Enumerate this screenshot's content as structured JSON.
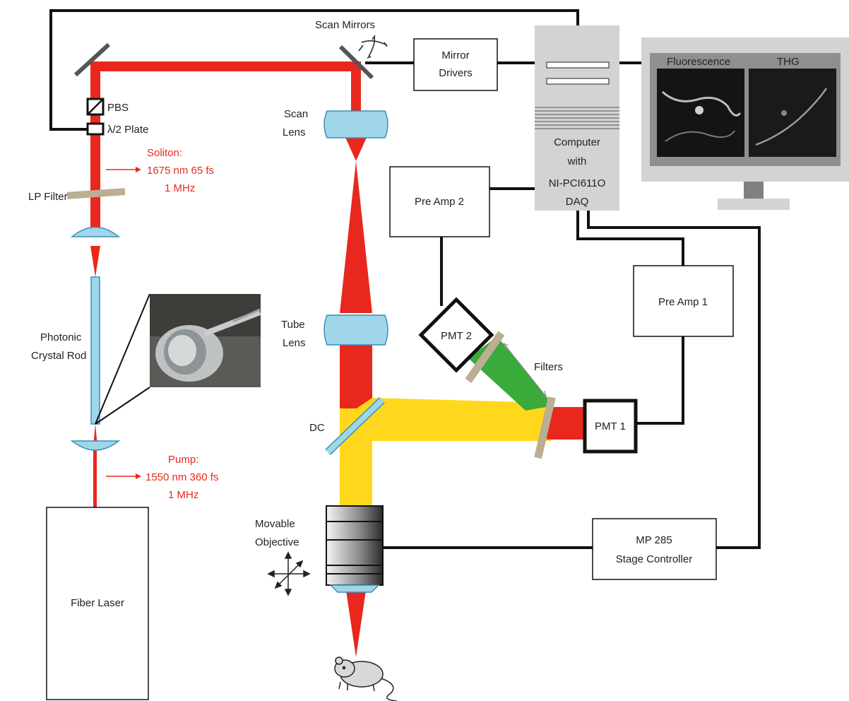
{
  "labels": {
    "scan_mirrors": "Scan Mirrors",
    "mirror_drivers_1": "Mirror",
    "mirror_drivers_2": "Drivers",
    "pbs": "PBS",
    "half_wave": "λ/2 Plate",
    "scan_lens_1": "Scan",
    "scan_lens_2": "Lens",
    "tube_lens_1": "Tube",
    "tube_lens_2": "Lens",
    "lp_filter": "LP Filter",
    "pcr_1": "Photonic",
    "pcr_2": "Crystal Rod",
    "dc": "DC",
    "movable_1": "Movable",
    "movable_2": "Objective",
    "filters": "Filters",
    "fiber_laser": "Fiber Laser",
    "pre_amp_2": "Pre Amp 2",
    "pre_amp_1": "Pre Amp 1",
    "pmt_1": "PMT 1",
    "pmt_2": "PMT 2",
    "mp285_1": "MP 285",
    "mp285_2": "Stage Controller"
  },
  "soliton": {
    "line1": "Soliton:",
    "line2": "1675 nm 65 fs",
    "line3": "1 MHz"
  },
  "pump": {
    "line1": "Pump:",
    "line2": "1550 nm 360 fs",
    "line3": "1 MHz"
  },
  "computer": {
    "line1": "Computer",
    "line2": "with",
    "line3": "NI-PCI611O",
    "line4": "DAQ"
  },
  "monitor": {
    "panel1": "Fluorescence",
    "panel2": "THG"
  },
  "colors": {
    "laser_red": "#e8281e",
    "fluorescence_yellow": "#ffd81e",
    "thg_green": "#3aaa3a",
    "lens_blue": "#9fd6ea",
    "filter_tan": "#bcae92",
    "computer_gray": "#d3d3d3"
  }
}
